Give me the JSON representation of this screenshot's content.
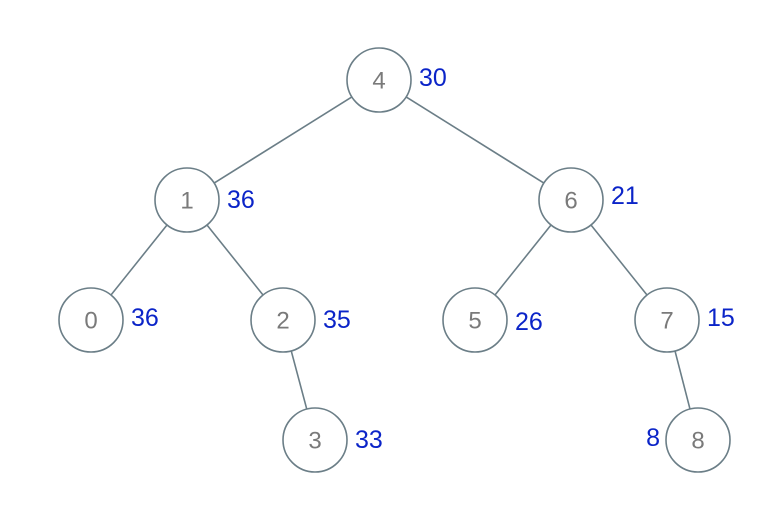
{
  "tree": {
    "nodes": [
      {
        "id": "4",
        "value": "30"
      },
      {
        "id": "1",
        "value": "36"
      },
      {
        "id": "6",
        "value": "21"
      },
      {
        "id": "0",
        "value": "36"
      },
      {
        "id": "2",
        "value": "35"
      },
      {
        "id": "5",
        "value": "26"
      },
      {
        "id": "7",
        "value": "15"
      },
      {
        "id": "3",
        "value": "33"
      },
      {
        "id": "8",
        "value": "8"
      }
    ],
    "edges": [
      [
        "4",
        "1"
      ],
      [
        "4",
        "6"
      ],
      [
        "1",
        "0"
      ],
      [
        "1",
        "2"
      ],
      [
        "2",
        "3"
      ],
      [
        "6",
        "5"
      ],
      [
        "6",
        "7"
      ],
      [
        "7",
        "8"
      ]
    ]
  },
  "colors": {
    "edge": "#6b7e87",
    "node_border": "#6b7e87",
    "node_text": "#7a7a7a",
    "value_text": "#0b24c8"
  }
}
